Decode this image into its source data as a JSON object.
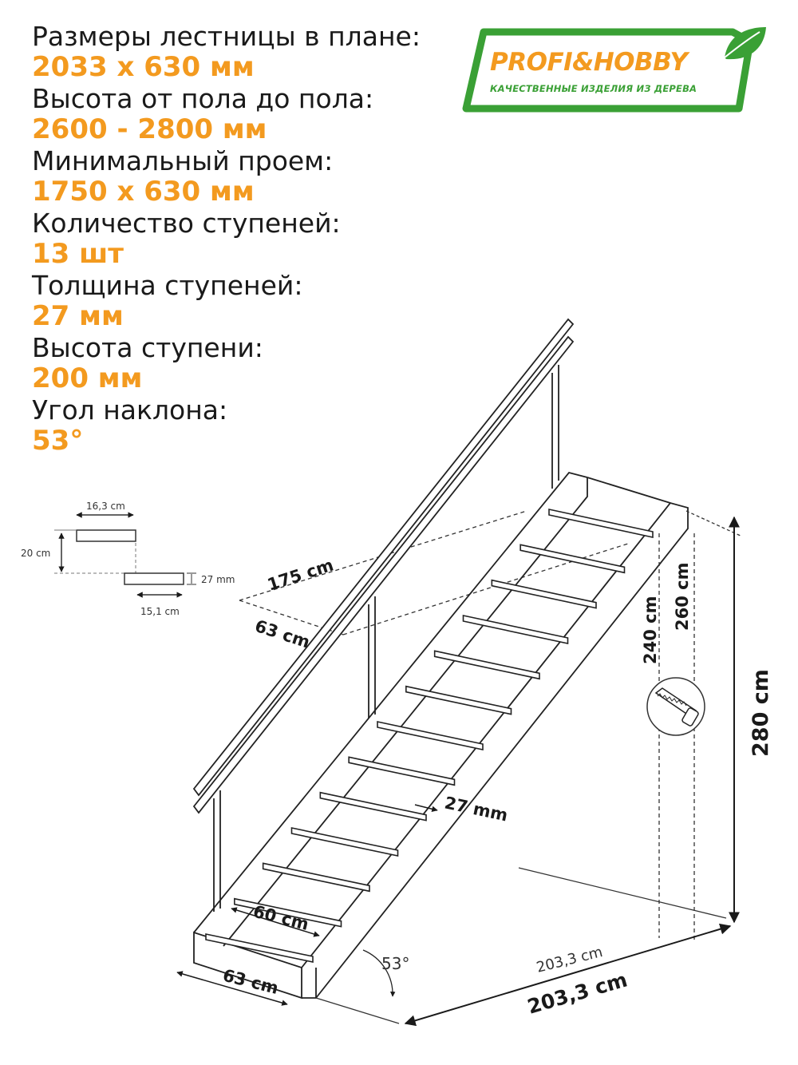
{
  "specs": [
    {
      "label": "Размеры лестницы в плане:",
      "value": "2033 x 630 мм"
    },
    {
      "label": "Высота от пола до пола:",
      "value": "2600 - 2800 мм"
    },
    {
      "label": "Минимальный проем:",
      "value": "1750 x 630 мм"
    },
    {
      "label": "Количество ступеней:",
      "value": "13 шт"
    },
    {
      "label": "Толщина ступеней:",
      "value": "27 мм"
    },
    {
      "label": "Высота ступени:",
      "value": "200 мм"
    },
    {
      "label": "Угол наклона:",
      "value": "53°"
    }
  ],
  "logo": {
    "brand": "PROFI&HOBBY",
    "tagline": "КАЧЕСТВЕННЫЕ ИЗДЕЛИЯ ИЗ ДЕРЕВА",
    "colors": {
      "green": "#3aa035",
      "orange": "#f39a1f"
    }
  },
  "step_detail": {
    "tread_depth": "16,3 cm",
    "riser": "20 cm",
    "thickness": "27 mm",
    "going": "15,1 cm"
  },
  "dimensions": {
    "opening_length": "175 cm",
    "opening_width": "63 cm",
    "height_240": "240 cm",
    "height_260": "260 cm",
    "height_280": "280 cm",
    "step_thickness": "27 mm",
    "tread_width": "60 cm",
    "stair_width": "63 cm",
    "angle": "53°",
    "length_thin": "203,3 cm",
    "length_bold": "203,3 cm"
  },
  "icons": [
    "saw-icon",
    "leaf-icon"
  ]
}
